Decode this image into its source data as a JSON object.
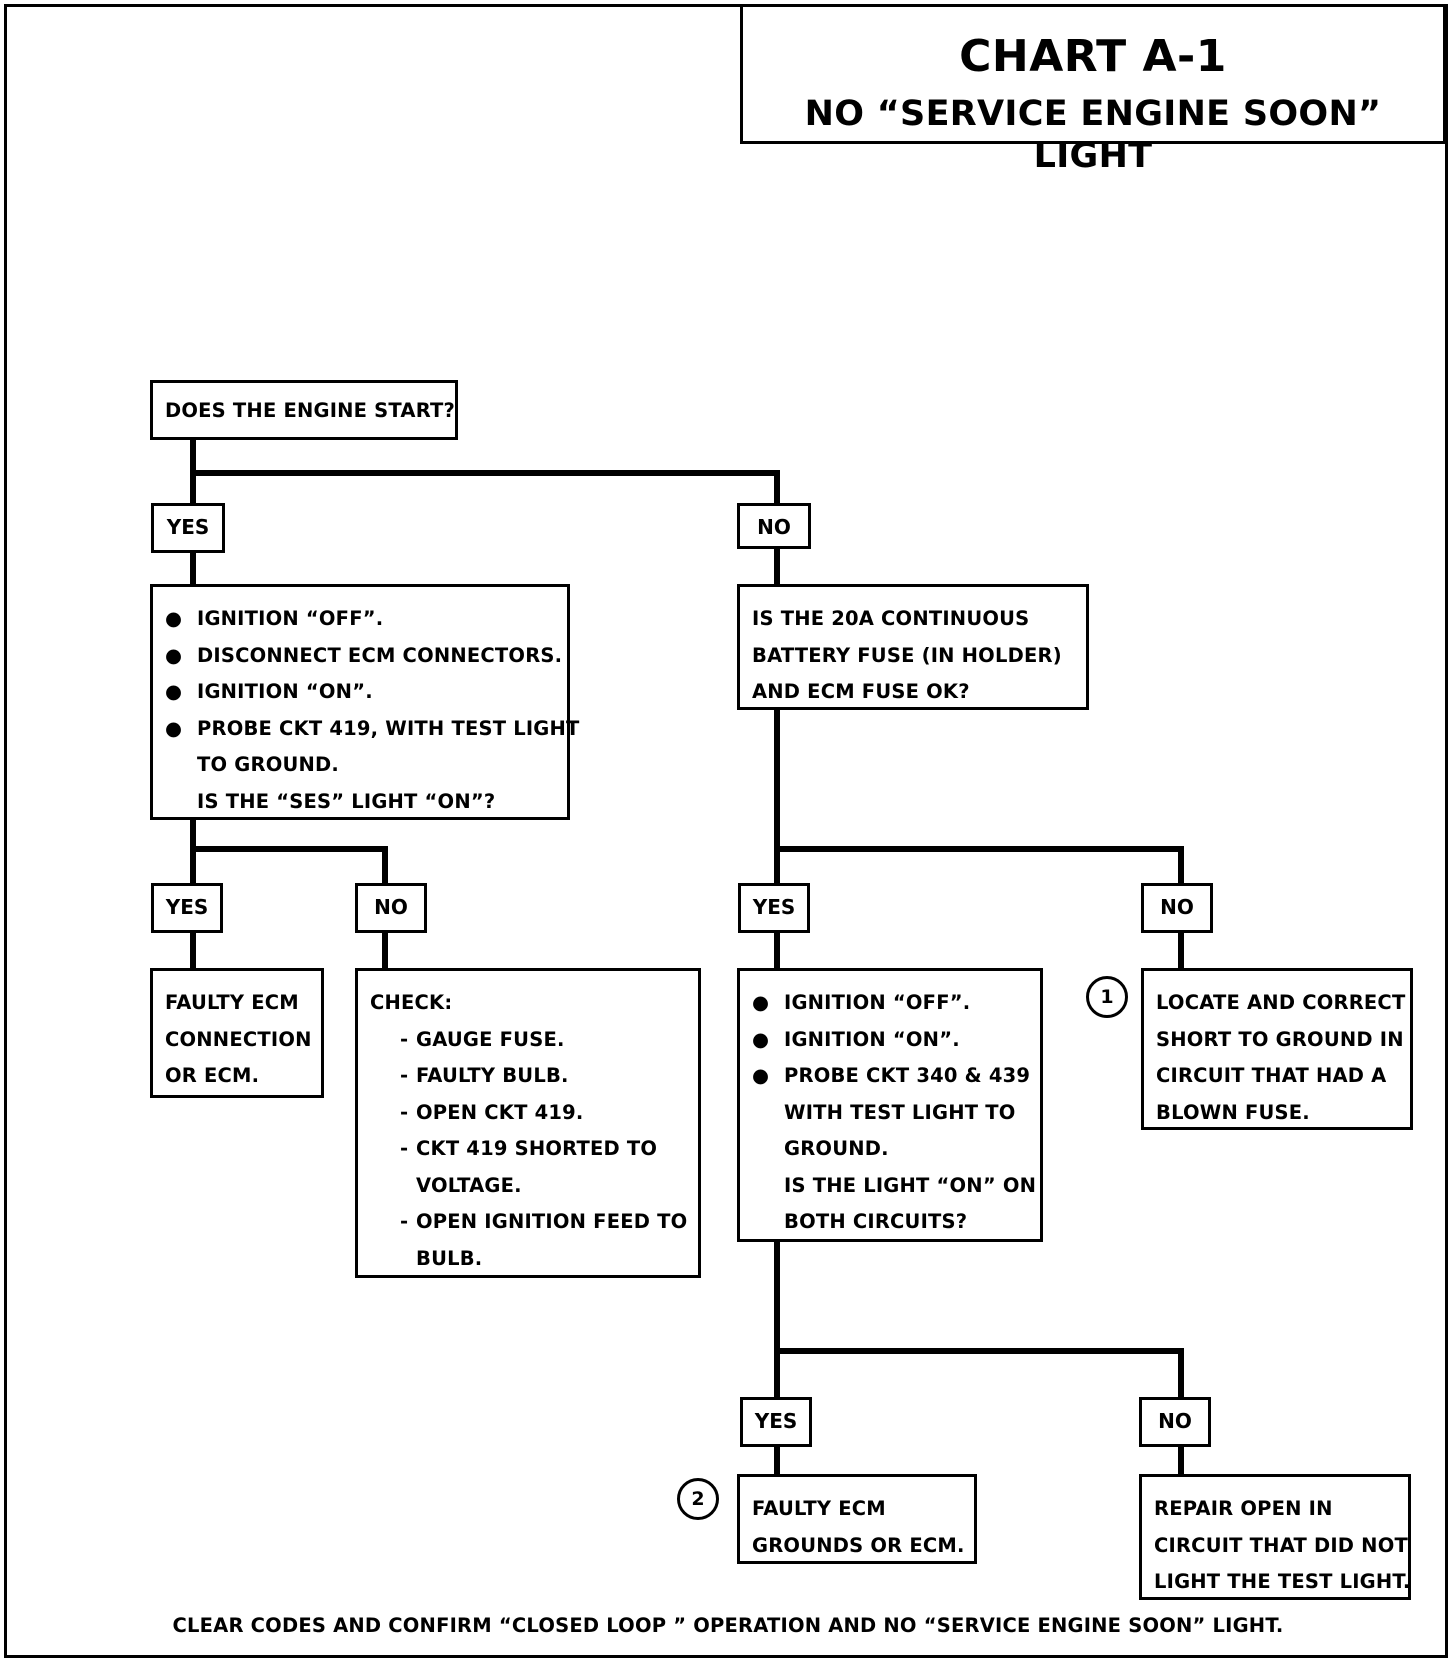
{
  "header": {
    "title": "CHART A-1",
    "subtitle": "NO “SERVICE ENGINE SOON” LIGHT"
  },
  "nodes": {
    "start": {
      "text": "DOES THE ENGINE START?"
    },
    "engine_yes": {
      "label": "YES"
    },
    "engine_no": {
      "label": "NO"
    },
    "ecm_test": {
      "bullets": [
        "IGNITION “OFF”.",
        "DISCONNECT ECM CONNECTORS.",
        "IGNITION “ON”.",
        "PROBE CKT 419, WITH TEST LIGHT"
      ],
      "continuation": [
        "TO GROUND.",
        "IS THE “SES” LIGHT “ON”?"
      ]
    },
    "fuse_check": {
      "lines": [
        "IS THE 20A CONTINUOUS",
        "BATTERY FUSE  (IN HOLDER)",
        "AND ECM FUSE OK?"
      ]
    },
    "ses_yes": {
      "label": "YES"
    },
    "ses_no": {
      "label": "NO"
    },
    "faulty_ecm_conn": {
      "lines": [
        "FAULTY ECM",
        "CONNECTION",
        "OR ECM."
      ]
    },
    "check": {
      "heading": "CHECK:",
      "items": [
        "GAUGE  FUSE.",
        "FAULTY BULB.",
        "OPEN CKT 419.",
        "CKT 419 SHORTED TO",
        "OPEN IGNITION FEED TO"
      ],
      "continuation": [
        "VOLTAGE.",
        "BULB."
      ]
    },
    "fuse_yes": {
      "label": "YES"
    },
    "fuse_no": {
      "label": "NO"
    },
    "probe_340": {
      "bullets": [
        "IGNITION “OFF”.",
        "IGNITION “ON”.",
        "PROBE CKT 340 & 439"
      ],
      "continuation": [
        "WITH TEST LIGHT TO",
        "GROUND.",
        "IS THE LIGHT “ON” ON",
        "BOTH CIRCUITS?"
      ]
    },
    "locate_short": {
      "note": "1",
      "lines": [
        "LOCATE  AND CORRECT",
        "SHORT TO GROUND IN",
        "CIRCUIT THAT HAD A",
        "BLOWN FUSE."
      ]
    },
    "light_yes": {
      "label": "YES"
    },
    "light_no": {
      "label": "NO"
    },
    "faulty_grounds": {
      "note": "2",
      "lines": [
        "FAULTY ECM",
        "GROUNDS OR ECM."
      ]
    },
    "repair_open": {
      "lines": [
        "REPAIR OPEN IN",
        "CIRCUIT THAT DID NOT",
        "LIGHT THE TEST LIGHT."
      ]
    }
  },
  "footer": {
    "text": "CLEAR CODES AND CONFIRM “CLOSED LOOP ” OPERATION AND NO “SERVICE ENGINE SOON” LIGHT."
  }
}
